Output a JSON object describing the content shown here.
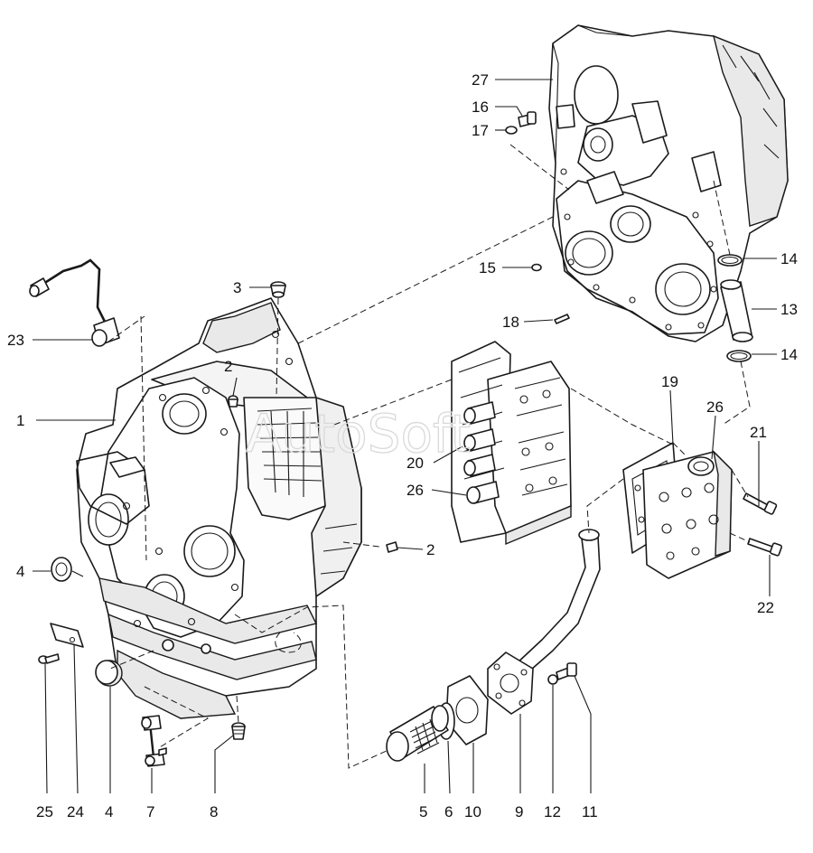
{
  "watermark": "AutoSoft",
  "callouts": [
    {
      "id": "c1",
      "label": "1"
    },
    {
      "id": "c2a",
      "label": "2"
    },
    {
      "id": "c2b",
      "label": "2"
    },
    {
      "id": "c3",
      "label": "3"
    },
    {
      "id": "c4a",
      "label": "4"
    },
    {
      "id": "c4b",
      "label": "4"
    },
    {
      "id": "c5",
      "label": "5"
    },
    {
      "id": "c6",
      "label": "6"
    },
    {
      "id": "c7",
      "label": "7"
    },
    {
      "id": "c8",
      "label": "8"
    },
    {
      "id": "c9",
      "label": "9"
    },
    {
      "id": "c10",
      "label": "10"
    },
    {
      "id": "c11",
      "label": "11"
    },
    {
      "id": "c12",
      "label": "12"
    },
    {
      "id": "c13",
      "label": "13"
    },
    {
      "id": "c14a",
      "label": "14"
    },
    {
      "id": "c14b",
      "label": "14"
    },
    {
      "id": "c15",
      "label": "15"
    },
    {
      "id": "c16",
      "label": "16"
    },
    {
      "id": "c17",
      "label": "17"
    },
    {
      "id": "c18",
      "label": "18"
    },
    {
      "id": "c19",
      "label": "19"
    },
    {
      "id": "c20",
      "label": "20"
    },
    {
      "id": "c21",
      "label": "21"
    },
    {
      "id": "c22",
      "label": "22"
    },
    {
      "id": "c23",
      "label": "23"
    },
    {
      "id": "c24",
      "label": "24"
    },
    {
      "id": "c25",
      "label": "25"
    },
    {
      "id": "c26a",
      "label": "26"
    },
    {
      "id": "c26b",
      "label": "26"
    },
    {
      "id": "c27",
      "label": "27"
    }
  ]
}
